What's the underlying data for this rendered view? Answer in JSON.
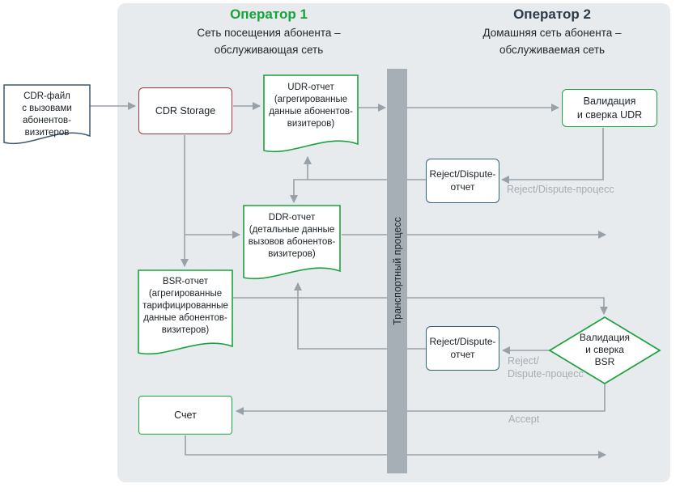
{
  "header": {
    "operator1": {
      "title": "Оператор 1",
      "subtitle": "Сеть посещения абонента –\nобслуживающая сеть"
    },
    "operator2": {
      "title": "Оператор 2",
      "subtitle": "Домашняя сеть абонента –\nобслуживаемая сеть"
    }
  },
  "nodes": {
    "cdr_file": {
      "label": "CDR-файл\nс вызовами\nабонентов-\nвизитеров"
    },
    "cdr_storage": {
      "label": "CDR Storage"
    },
    "udr_report": {
      "label": "UDR-отчет\n(агрегированные\nданные абонентов-\nвизитеров)"
    },
    "ddr_report": {
      "label": "DDR-отчет\n(детальные данные\nвызовов абонентов-\nвизитеров)"
    },
    "bsr_report": {
      "label": "BSR-отчет\n(агрегированные\nтарифицированные\nданные абонентов-\nвизитеров)"
    },
    "invoice": {
      "label": "Счет"
    },
    "transport_process": {
      "label": "Транспортный процесс"
    },
    "udr_validation": {
      "label": "Валидация\nи сверка UDR"
    },
    "reject_report_top": {
      "label": "Reject/Dispute-\nотчет"
    },
    "reject_report_bottom": {
      "label": "Reject/Dispute-\nотчет"
    },
    "bsr_validation": {
      "label": "Валидация\nи сверка\nBSR"
    }
  },
  "edge_labels": {
    "reject_dispute_process_top": "Reject/Dispute-процесс",
    "reject_dispute_process_bottom": "Reject/\nDispute-процесс",
    "accept": "Accept"
  },
  "colors": {
    "operator1_accent": "#16a339",
    "operator2_accent": "#2c3b49",
    "green_border": "#1ca13e",
    "red_border": "#a03b3b",
    "slate_border": "#3f586b",
    "teal_border": "#336577",
    "connector_gray": "#98a1a8",
    "label_gray": "#a6adb3",
    "transport_bar": "#a6afb5",
    "panel_background": "#e8ebee"
  }
}
